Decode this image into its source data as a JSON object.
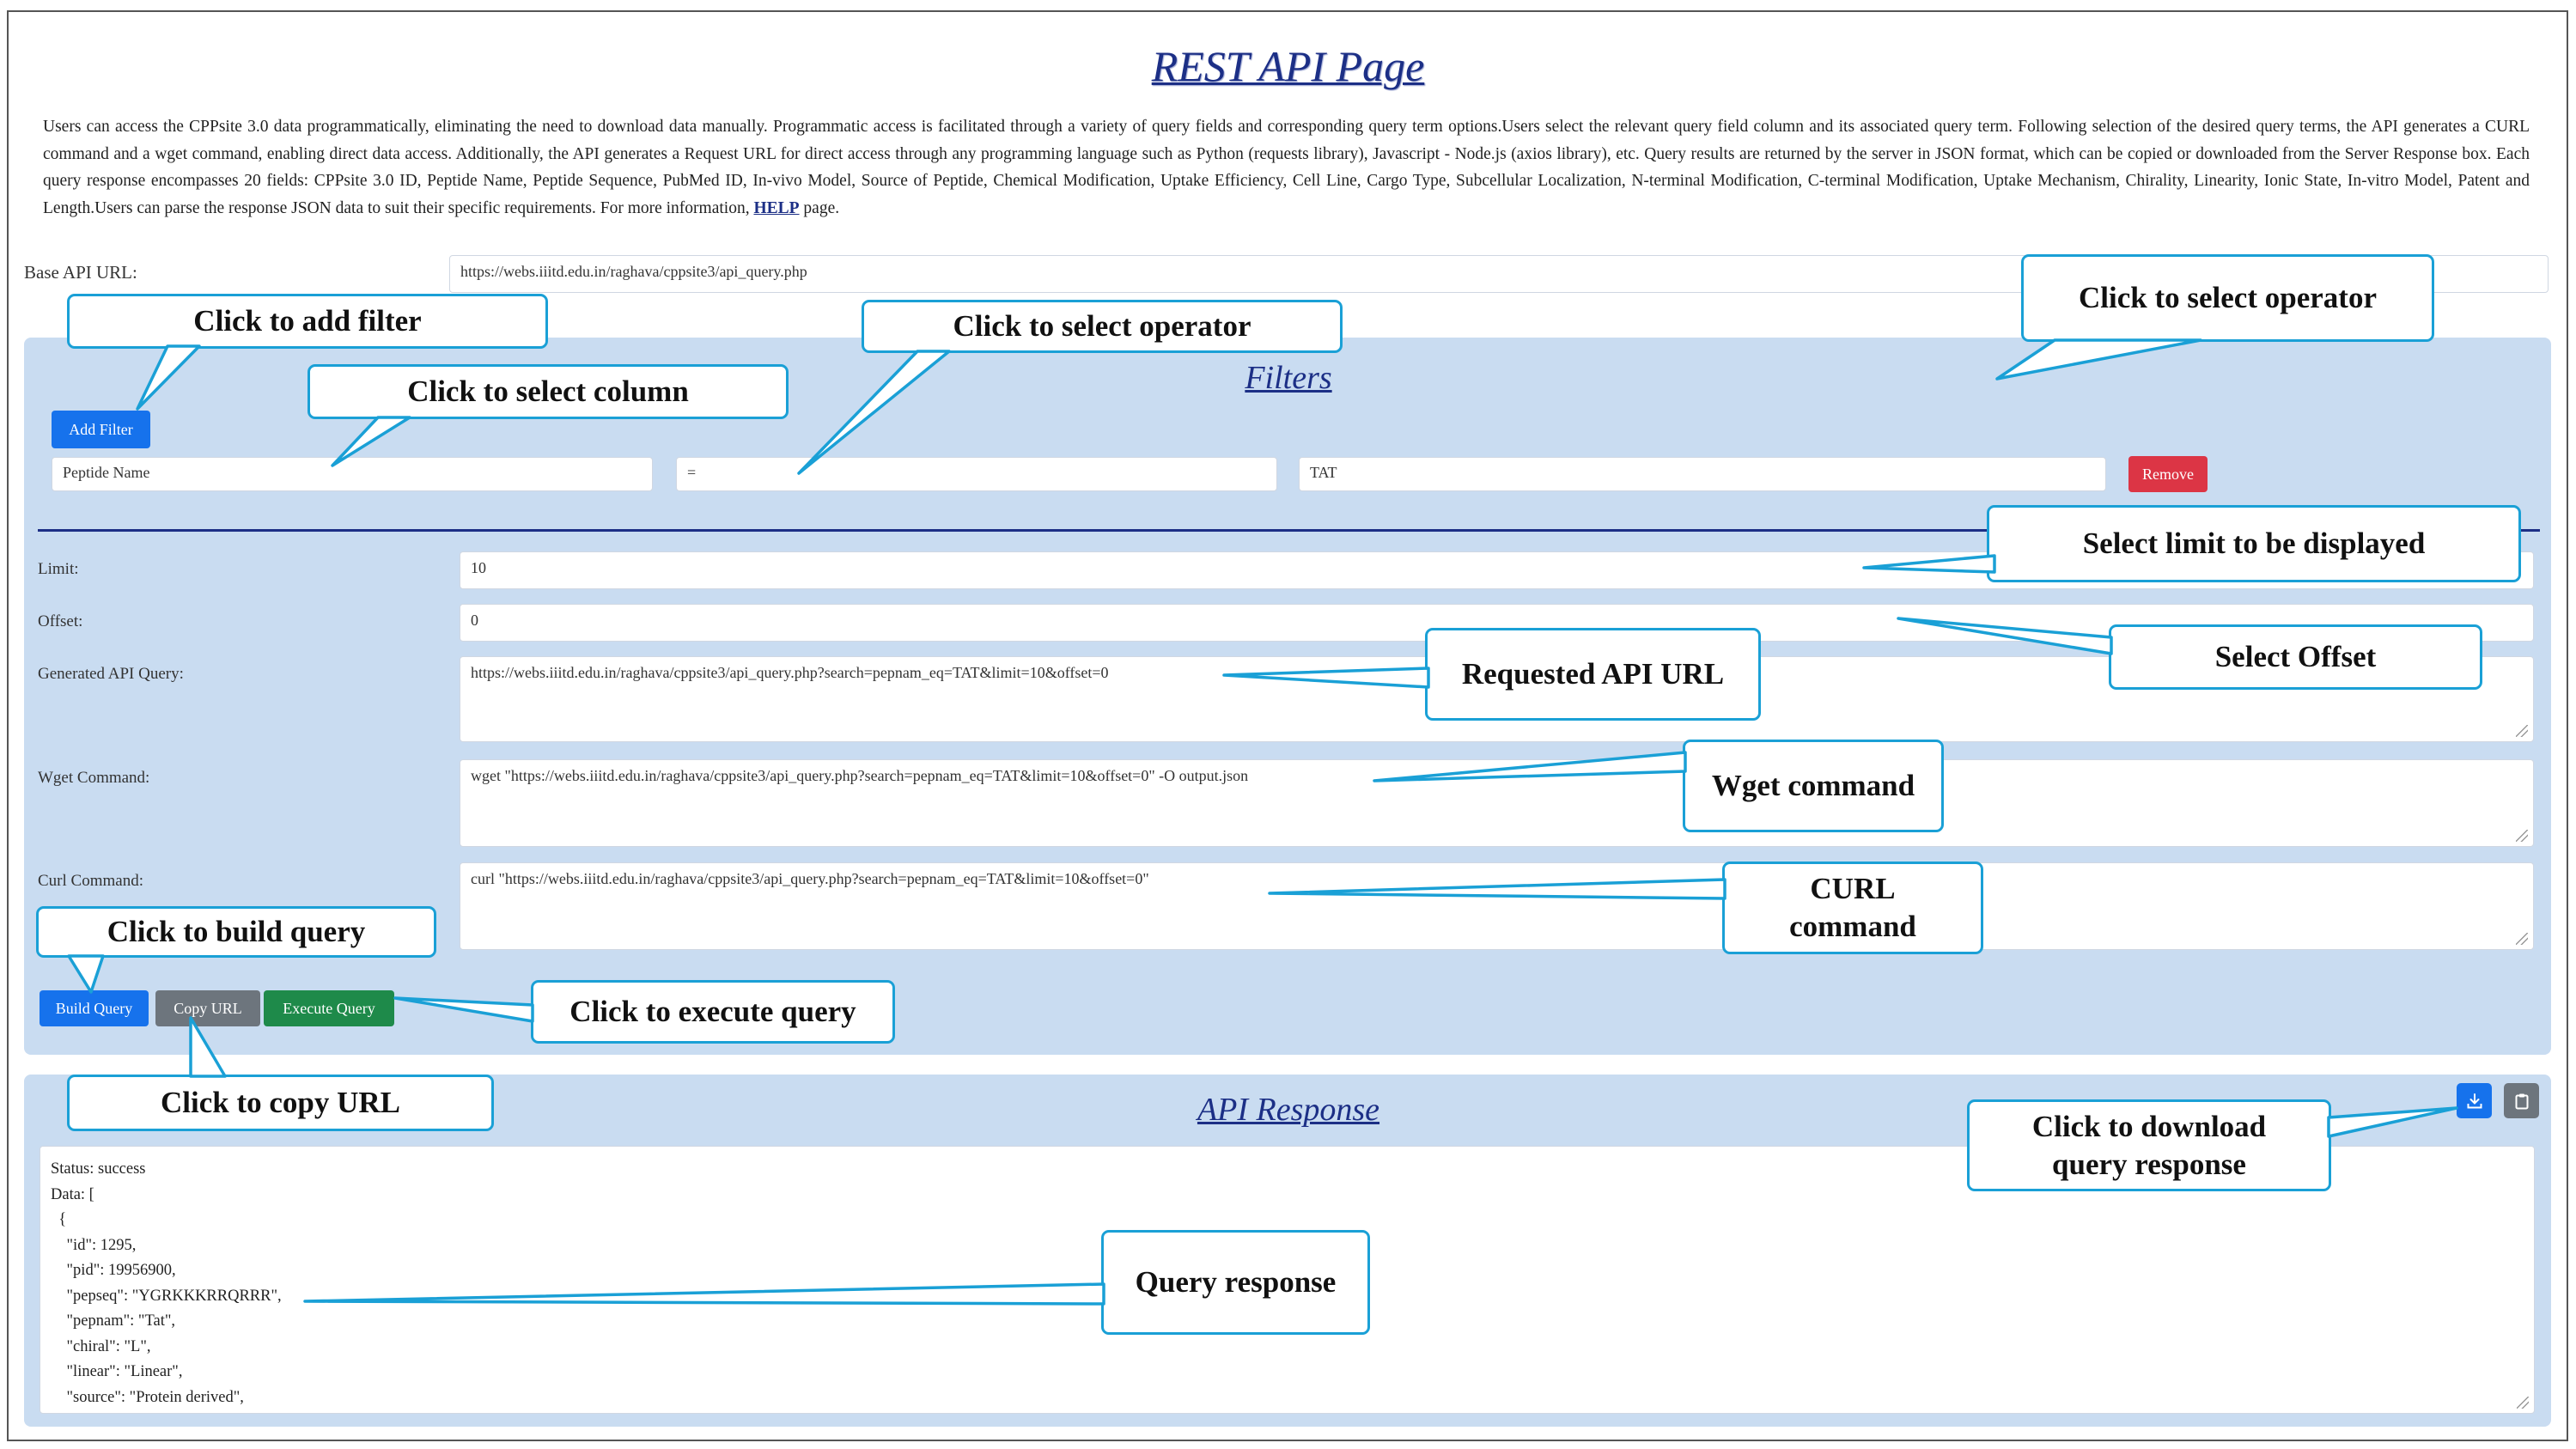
{
  "page": {
    "title": "REST API Page",
    "intro": "Users can access the CPPsite 3.0 data programmatically, eliminating the need to download data manually. Programmatic access is facilitated through a variety of query fields and corresponding query term options.Users select the relevant query field column and its associated query term. Following selection of the desired query terms, the API generates a CURL command and a wget command, enabling direct data access. Additionally, the API generates a Request URL for direct access through any programming language such as Python (requests library), Javascript - Node.js (axios library), etc. Query results are returned by the server in JSON format, which can be copied or downloaded from the Server Response box. Each query response encompasses 20 fields: CPPsite 3.0 ID, Peptide Name, Peptide Sequence, PubMed ID, In-vivo Model, Source of Peptide, Chemical Modification, Uptake Efficiency, Cell Line, Cargo Type, Subcellular Localization, N-terminal Modification, C-terminal Modification, Uptake Mechanism, Chirality, Linearity, Ionic State, In-vitro Model, Patent and Length.Users can parse the response JSON data to suit their specific requirements. For more information,",
    "help_link": "HELP",
    "intro_end": "page."
  },
  "base_url": {
    "label": "Base API URL:",
    "value": "https://webs.iiitd.edu.in/raghava/cppsite3/api_query.php"
  },
  "filters": {
    "title": "Filters",
    "add_label": "Add Filter",
    "column": "Peptide Name",
    "operator": "=",
    "value": "TAT",
    "remove_label": "Remove"
  },
  "query": {
    "limit_label": "Limit:",
    "limit_value": "10",
    "offset_label": "Offset:",
    "offset_value": "0",
    "generated_label": "Generated API Query:",
    "generated_value": "https://webs.iiitd.edu.in/raghava/cppsite3/api_query.php?search=pepnam_eq=TAT&limit=10&offset=0",
    "wget_label": "Wget Command:",
    "wget_value": "wget \"https://webs.iiitd.edu.in/raghava/cppsite3/api_query.php?search=pepnam_eq=TAT&limit=10&offset=0\" -O output.json",
    "curl_label": "Curl Command:",
    "curl_value": "curl \"https://webs.iiitd.edu.in/raghava/cppsite3/api_query.php?search=pepnam_eq=TAT&limit=10&offset=0\"",
    "build_label": "Build Query",
    "copy_label": "Copy URL",
    "execute_label": "Execute Query"
  },
  "response": {
    "title": "API Response",
    "text": "Status: success\nData: [\n  {\n    \"id\": 1295,\n    \"pid\": 19956900,\n    \"pepseq\": \"YGRKKKRRQRRR\",\n    \"pepnam\": \"Tat\",\n    \"chiral\": \"L\",\n    \"linear\": \"Linear\",\n    \"source\": \"Protein derived\","
  },
  "callouts": {
    "add_filter": "Click to add filter",
    "select_column": "Click to select column",
    "select_operator_1": "Click to select operator",
    "select_operator_2": "Click to select operator",
    "select_limit": "Select limit to be displayed",
    "select_offset": "Select Offset",
    "requested_url": "Requested API URL",
    "wget_cmd": "Wget command",
    "curl_cmd": "CURL command",
    "build_query": "Click to build query",
    "execute_query": "Click to execute query",
    "copy_url": "Click to copy URL",
    "download_response": "Click to download query response",
    "query_response": "Query response"
  },
  "colors": {
    "panel": "#c9dcf1",
    "callout_border": "#1aa0d6",
    "title": "#1c2f86",
    "primary": "#1672ec",
    "secondary": "#6d757d",
    "success": "#1e8a4a",
    "danger": "#dc3545"
  },
  "icons": {
    "download": "download-icon",
    "clipboard": "clipboard-icon"
  }
}
